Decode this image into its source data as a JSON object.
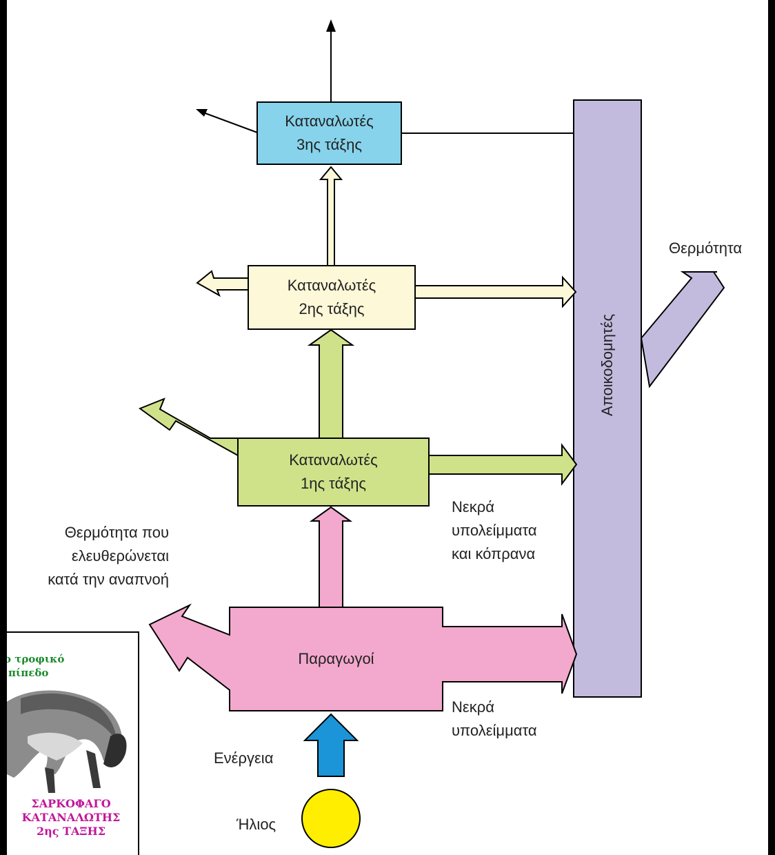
{
  "diagram": {
    "consumers3": {
      "line1": "Καταναλωτές",
      "line2": "3ης τάξης"
    },
    "consumers2": {
      "line1": "Καταναλωτές",
      "line2": "2ης τάξης"
    },
    "consumers1": {
      "line1": "Καταναλωτές",
      "line2": "1ης τάξης"
    },
    "producers": "Παραγωγοί",
    "decomposers": "Αποικοδομητές",
    "heat": "Θερμότητα",
    "respiration_heat": {
      "line1": "Θερμότητα που",
      "line2": "ελευθερώνεται",
      "line3": "κατά την αναπνοή"
    },
    "dead_remains_feces": {
      "line1": "Νεκρά",
      "line2": "υπολείμματα",
      "line3": "και κόπρανα"
    },
    "dead_remains": {
      "line1": "Νεκρά",
      "line2": "υπολείμματα"
    },
    "energy": "Ενέργεια",
    "sun": "Ήλιος"
  },
  "inset": {
    "level_line1": "ο τροφικό",
    "level_line2": "πίπεδο",
    "caption_line1": "ΣΑΡΚΟΦΑΓΟ",
    "caption_line2": "ΚΑΤΑΝΑΛΩΤΗΣ",
    "caption_line3": "2ης ΤΑΞΗΣ"
  },
  "colors": {
    "blue_box": "#87d3ec",
    "cream": "#fdf8d8",
    "green": "#cfe28a",
    "pink": "#f3a9cd",
    "lavender": "#c3bbde",
    "energy_blue": "#1c94d8",
    "sun_yellow": "#ffee00"
  }
}
